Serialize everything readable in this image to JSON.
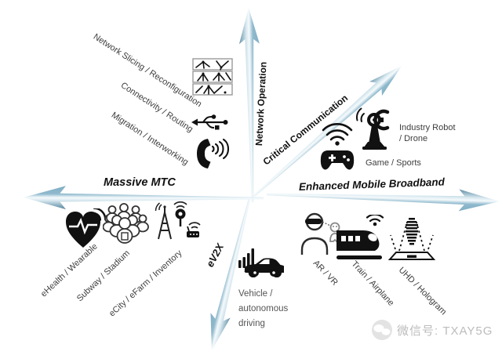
{
  "colors": {
    "background": "#ffffff",
    "arrow_dark": "#4f829b",
    "arrow_mid_light": "#d9e9f0",
    "arrow_highlight": "#f5fafc",
    "arrow_bottom": "#8fb9cd",
    "arrow_bottom_deep": "#7fadc4",
    "axis_text": "#111111",
    "item_text": "#3d3d3d",
    "vehicle_text": "#555555",
    "icon_color": "#111111",
    "watermark_text": "#bcbcbc"
  },
  "branches": {
    "network_operation": {
      "axis_label": "Network Operation",
      "items": [
        {
          "label": "Network Slicing / Reconfiguration",
          "icon": "network-slicing-icon"
        },
        {
          "label": "Connectivity / Routing",
          "icon": "usb-icon"
        },
        {
          "label": "Migration / Interworking",
          "icon": "phone-signal-icon"
        }
      ]
    },
    "critical_communication": {
      "axis_label": "Critical Communication",
      "items": [
        {
          "label_line1": "Industry Robot",
          "label_line2": "/ Drone",
          "icon": "robot-arm-icon"
        },
        {
          "label": "Game / Sports",
          "icon": "gamepad-icon"
        }
      ]
    },
    "enhanced_mobile_broadband": {
      "axis_label": "Enhanced Mobile Broadband",
      "items": [
        {
          "label": "AR / VR",
          "icon": "ar-vr-icon"
        },
        {
          "label": "Train / Airplane",
          "icon": "train-icon"
        },
        {
          "label": "UHD / Hologram",
          "icon": "hologram-icon"
        }
      ]
    },
    "massive_mtc": {
      "axis_label": "Massive MTC",
      "items": [
        {
          "label": "eHealth / Wearable",
          "icon": "heart-pulse-icon"
        },
        {
          "label": "Subway / Stadium",
          "icon": "crowd-icon"
        },
        {
          "label": "eCity / eFarm / Inventory",
          "icon": "smart-city-icon"
        }
      ]
    },
    "ev2x": {
      "axis_label": "eV2X",
      "items": [
        {
          "label_lines": [
            "Vehicle /",
            "autonomous",
            "driving"
          ],
          "icon": "car-icon"
        }
      ]
    }
  },
  "watermark": {
    "text": "微信号: TXAY5G"
  }
}
